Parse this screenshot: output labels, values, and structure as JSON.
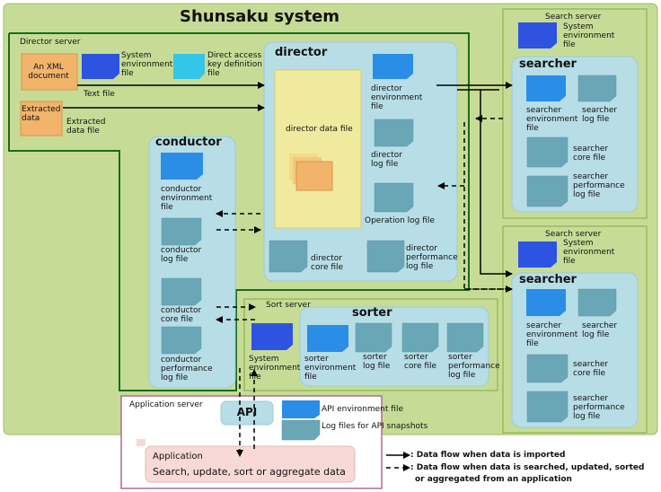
{
  "title": "Shunsaku system",
  "colors": {
    "system_bg": "#c6dc96",
    "system_border": "#9cba5c",
    "director_server_border": "#1a6b1a",
    "node_bg": "#b7dde6",
    "node_border": "#9ccbd6",
    "file_blue": "#2a8ee6",
    "file_teal": "#6aa7b6",
    "file_cyan": "#33c6e8",
    "file_orange": "#f2b36b",
    "file_navy": "#2e53e0",
    "director_data_bg": "#f0ea9e",
    "app_server_border": "#b06a98",
    "app_bg": "#f8d9d6"
  },
  "director_server": {
    "label": "Director server",
    "xml_doc": "An XML document",
    "extracted_data": "Extracted data",
    "system_env_file": "System environment file",
    "direct_access_file": "Direct access key definition file",
    "text_file": "Text file",
    "extracted_data_file": "Extracted data file"
  },
  "director": {
    "title": "director",
    "data_file": "director data file",
    "env_file": "director environment file",
    "log_file": "director log file",
    "operation_log": "Operation log file",
    "core_file": "director core file",
    "perf_log": "director performance log file"
  },
  "conductor": {
    "title": "conductor",
    "env_file": "conductor environment file",
    "log_file": "conductor log file",
    "core_file": "conductor core file",
    "perf_log": "conductor performance log file"
  },
  "search_servers": [
    {
      "label": "Search server",
      "system_env_file": "System environment file",
      "title": "searcher",
      "env_file": "searcher environment file",
      "log_file": "searcher log file",
      "core_file": "searcher core file",
      "perf_log": "searcher performance log file"
    },
    {
      "label": "Search server",
      "system_env_file": "System environment file",
      "title": "searcher",
      "env_file": "searcher environment file",
      "log_file": "searcher log file",
      "core_file": "searcher core file",
      "perf_log": "searcher performance log file"
    }
  ],
  "sort_server": {
    "label": "Sort server",
    "system_env_file": "System environment file",
    "title": "sorter",
    "env_file": "sorter environment file",
    "log_file": "sorter log file",
    "core_file": "sorter core file",
    "perf_log": "sorter performance log file"
  },
  "application_server": {
    "label": "Application server",
    "api": "API",
    "api_env_file": "API environment file",
    "api_log_files": "Log files for API snapshots",
    "app_title": "Application",
    "app_desc": "Search, update, sort or aggregate data"
  },
  "legend": {
    "solid": ": Data flow when data is imported",
    "dashed_1": ": Data flow when data is searched, updated, sorted",
    "dashed_2": "or aggregated from an application"
  }
}
